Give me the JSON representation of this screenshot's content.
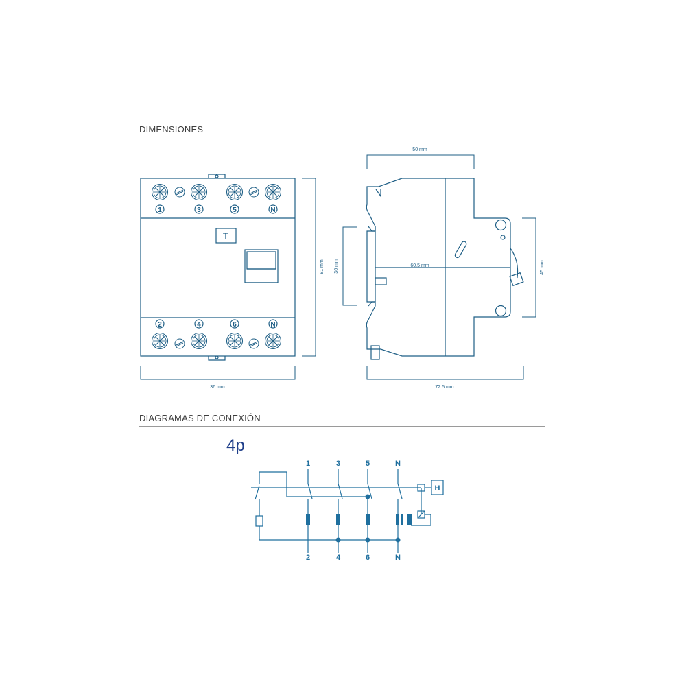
{
  "sections": {
    "dimensions_title": "DIMENSIONES",
    "connection_title": "DIAGRAMAS DE CONEXIÓN"
  },
  "front_view": {
    "top_terminals": [
      "1",
      "3",
      "5",
      "N"
    ],
    "bottom_terminals": [
      "2",
      "4",
      "6",
      "N"
    ],
    "test_button": "T",
    "width_label": "36 mm",
    "height_label": "81 mm",
    "din_label": "36 mm"
  },
  "side_view": {
    "top_width_label": "50 mm",
    "depth_label": "72.5 mm",
    "inner_label": "60.5 mm",
    "height_label": "45 mm"
  },
  "schematic": {
    "pole_count_label": "4p",
    "top_terminals": [
      "1",
      "3",
      "5",
      "N"
    ],
    "bottom_terminals": [
      "2",
      "4",
      "6",
      "N"
    ],
    "h_label": "H"
  },
  "colors": {
    "line": "#1f5f86",
    "schematic": "#1f6f9e",
    "heading": "#3d3d3d"
  }
}
